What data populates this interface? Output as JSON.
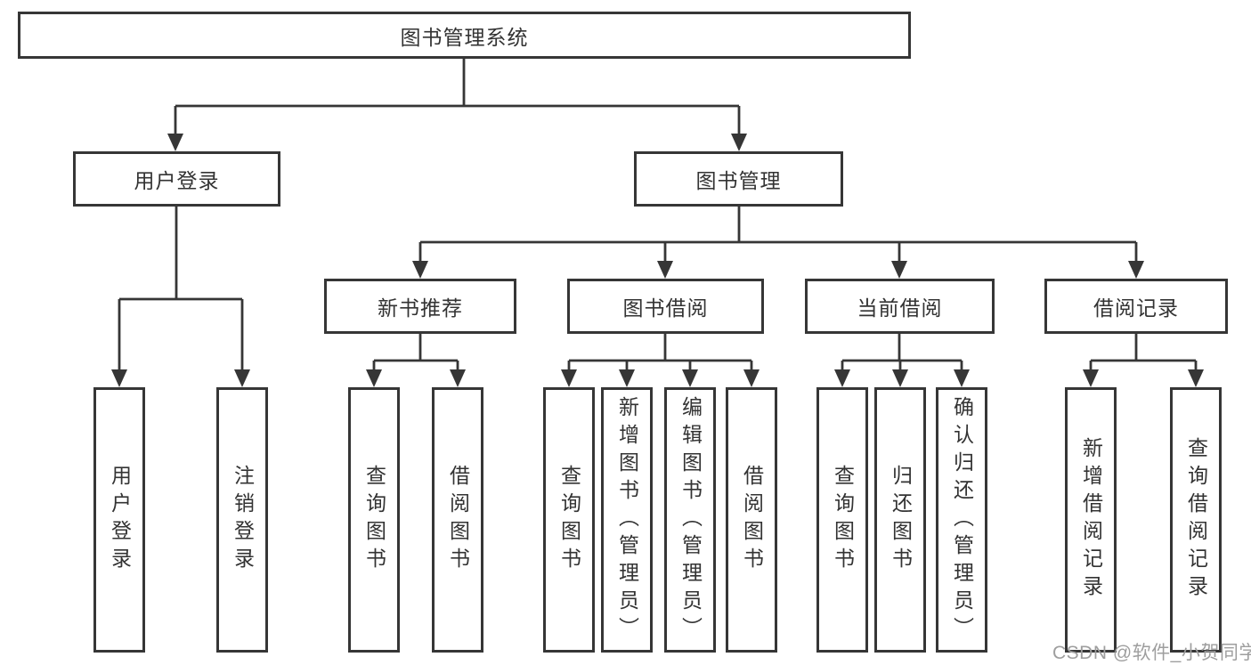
{
  "diagram": {
    "title_node": "图书管理系统",
    "level1": [
      {
        "label": "用户登录"
      },
      {
        "label": "图书管理"
      }
    ],
    "level2": [
      {
        "label": "新书推荐"
      },
      {
        "label": "图书借阅"
      },
      {
        "label": "当前借阅"
      },
      {
        "label": "借阅记录"
      }
    ],
    "leaves": [
      {
        "label": "用户登录"
      },
      {
        "label": "注销登录"
      },
      {
        "label": "查询图书"
      },
      {
        "label": "借阅图书"
      },
      {
        "label": "查询图书"
      },
      {
        "label": "新增图书（管理员）"
      },
      {
        "label": "编辑图书（管理员）"
      },
      {
        "label": "借阅图书"
      },
      {
        "label": "查询图书"
      },
      {
        "label": "归还图书"
      },
      {
        "label": "确认归还（管理员）"
      },
      {
        "label": "新增借阅记录"
      },
      {
        "label": "查询借阅记录"
      }
    ],
    "colors": {
      "line": "#363636",
      "text": "#333333",
      "watermark_text": "#9e9e9e",
      "background": "#ffffff"
    }
  },
  "watermark": "CSDN @软件_小贺同学"
}
